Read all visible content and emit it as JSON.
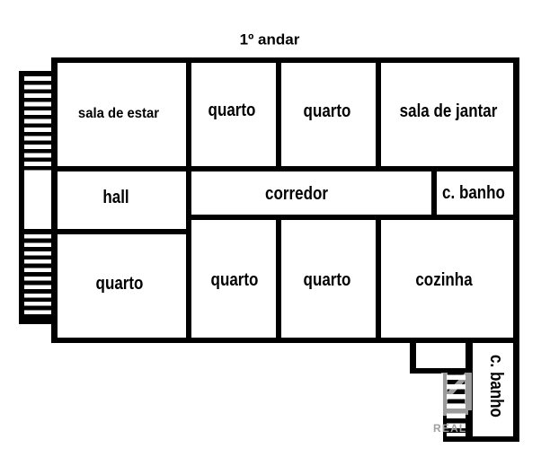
{
  "title": "1º andar",
  "rooms": [
    {
      "id": "sala-de-estar",
      "label": "sala de estar"
    },
    {
      "id": "quarto-top-left",
      "label": "quarto"
    },
    {
      "id": "quarto-top-right",
      "label": "quarto"
    },
    {
      "id": "sala-de-jantar",
      "label": "sala de jantar"
    },
    {
      "id": "hall",
      "label": "hall"
    },
    {
      "id": "corredor",
      "label": "corredor"
    },
    {
      "id": "banheiro-corredor",
      "label": "c. banho"
    },
    {
      "id": "quarto-bottom-left",
      "label": "quarto"
    },
    {
      "id": "quarto-bottom-mid",
      "label": "quarto"
    },
    {
      "id": "quarto-bottom-right",
      "label": "quarto"
    },
    {
      "id": "cozinha",
      "label": "cozinha"
    },
    {
      "id": "banheiro-servico",
      "label": "c. banho"
    }
  ],
  "watermark": {
    "fragment": "REAL"
  },
  "colors": {
    "wall": "#000000",
    "background": "#ffffff",
    "label": "#000000",
    "watermark": "#9c9c9c"
  }
}
